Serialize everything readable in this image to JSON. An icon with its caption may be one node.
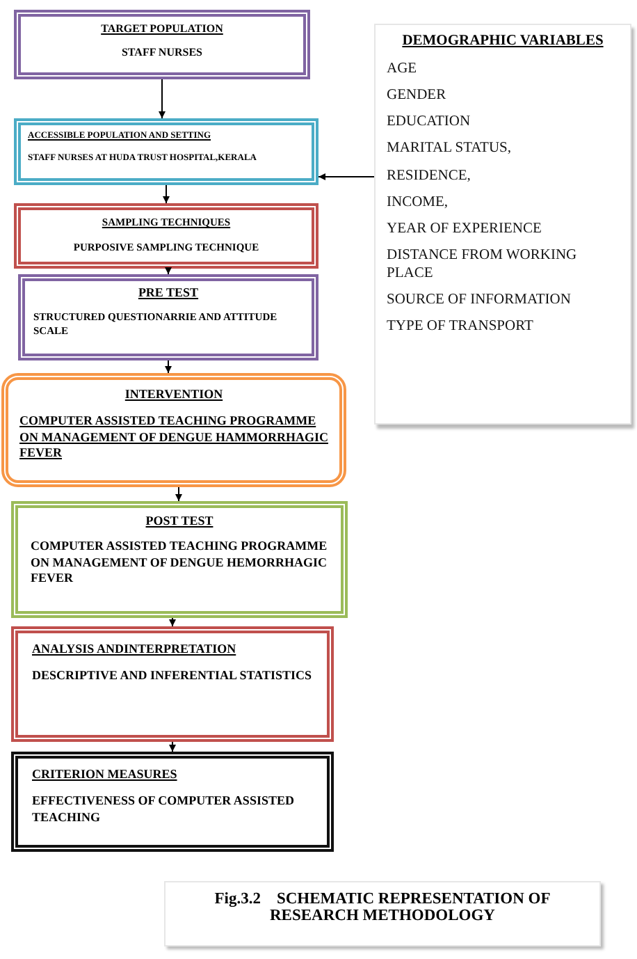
{
  "diagram": {
    "caption": "Fig.3.2    SCHEMATIC REPRESENTATION OF RESEARCH METHODOLOGY",
    "nodes": [
      {
        "text": [
          "TARGET POPULATION",
          "STAFF NURSES"
        ]
      },
      {
        "text": [
          "ACCESSIBLE POPULATION AND SETTING",
          "STAFF NURSES AT HUDA TRUST  HOSPITAL,KERALA"
        ]
      },
      {
        "text": [
          "SAMPLING TECHNIQUES",
          "PURPOSIVE SAMPLING TECHNIQUE"
        ]
      },
      {
        "text": [
          "PRE TEST",
          "STRUCTURED QUESTIONARRIE AND ATTITUDE  SCALE"
        ]
      },
      {
        "text": [
          "INTERVENTION",
          "COMPUTER ASSISTED TEACHING PROGRAMME ON MANAGEMENT OF DENGUE HAMMORRHAGIC FEVER"
        ]
      },
      {
        "text": [
          "POST TEST",
          "COMPUTER ASSISTED TEACHING PROGRAMME ON MANAGEMENT OF DENGUE HEMORRHAGIC FEVER"
        ]
      },
      {
        "text": [
          "ANALYSIS ANDINTERPRETATION",
          "DESCRIPTIVE AND INFERENTIAL STATISTICS"
        ]
      },
      {
        "text": [
          "CRITERION MEASURES",
          "EFFECTIVENESS OF COMPUTER ASSISTED TEACHING"
        ]
      },
      {
        "text": [
          "DEMOGRAPHIC VARIABLES",
          "AGE",
          "GENDER",
          "EDUCATION",
          "MARITAL STATUS,",
          "RESIDENCE,",
          "INCOME,",
          "YEAR OF EXPERIENCE",
          "DISTANCE FROM WORKING PLACE",
          "SOURCE OF INFORMATION",
          "TYPE OF TRANSPORT"
        ]
      }
    ],
    "edges": [
      {
        "from": 0,
        "to": 1,
        "arrow": "to"
      },
      {
        "from": 1,
        "to": 2,
        "arrow": "to"
      },
      {
        "from": 2,
        "to": 3,
        "arrow": "to"
      },
      {
        "from": 3,
        "to": 4,
        "arrow": "to"
      },
      {
        "from": 4,
        "to": 5,
        "arrow": "to"
      },
      {
        "from": 5,
        "to": 6,
        "arrow": "to"
      },
      {
        "from": 6,
        "to": 7,
        "arrow": "to"
      },
      {
        "from": 8,
        "to": 1,
        "arrow": "to"
      }
    ]
  }
}
